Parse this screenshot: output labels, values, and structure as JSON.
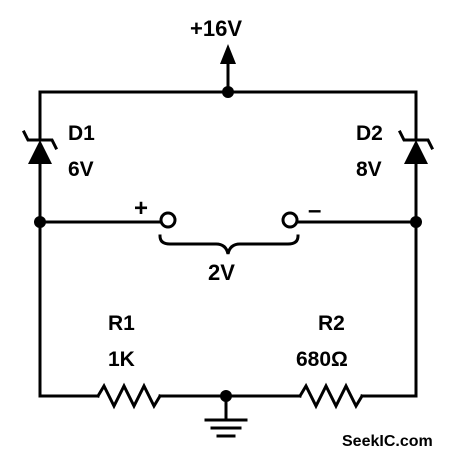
{
  "supply": {
    "label": "+16V"
  },
  "diodes": [
    {
      "ref": "D1",
      "value": "6V"
    },
    {
      "ref": "D2",
      "value": "8V"
    }
  ],
  "output": {
    "plus": "+",
    "minus": "–",
    "voltage": "2V"
  },
  "resistors": [
    {
      "ref": "R1",
      "value": "1K"
    },
    {
      "ref": "R2",
      "value": "680Ω"
    }
  ],
  "watermark": "SeekIC.com"
}
